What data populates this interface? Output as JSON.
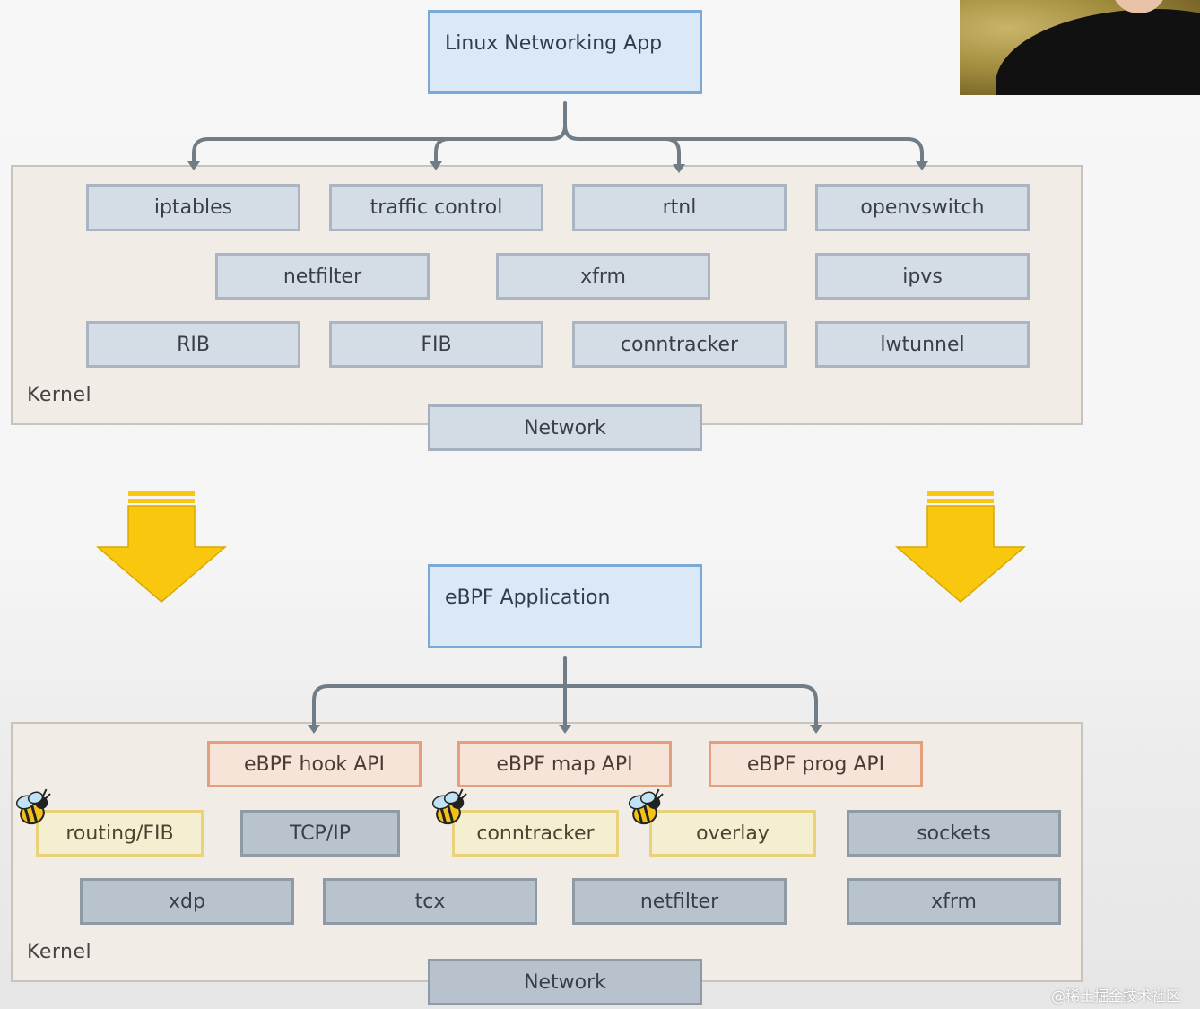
{
  "top": {
    "app_label": "Linux Networking App",
    "kernel_label": "Kernel",
    "network_label": "Network",
    "row1": [
      "iptables",
      "traffic control",
      "rtnl",
      "openvswitch"
    ],
    "row2": [
      "netfilter",
      "xfrm",
      "ipvs"
    ],
    "row3": [
      "RIB",
      "FIB",
      "conntracker",
      "lwtunnel"
    ]
  },
  "bottom": {
    "app_label": "eBPF Application",
    "kernel_label": "Kernel",
    "network_label": "Network",
    "apis": [
      "eBPF hook API",
      "eBPF map API",
      "eBPF prog API"
    ],
    "row2": [
      "routing/FIB",
      "TCP/IP",
      "conntracker",
      "overlay",
      "sockets"
    ],
    "row3": [
      "xdp",
      "tcx",
      "netfilter",
      "xfrm"
    ]
  },
  "watermark": "@稀土掘金技术社区",
  "colors": {
    "arrow_yellow": "#f9c80e",
    "connector": "#707c86",
    "api_border": "#e3a07a",
    "bee_box_border": "#e8d27a"
  },
  "icons": {
    "transition_arrow": "down-arrow-icon",
    "ebpf_marker": "bee-icon"
  }
}
